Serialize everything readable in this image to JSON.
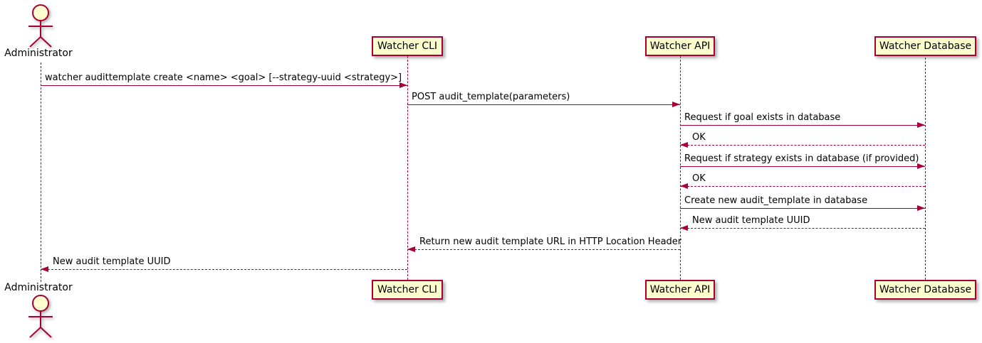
{
  "diagram": {
    "type": "uml-sequence-diagram",
    "actor": {
      "name": "Administrator"
    },
    "participants": [
      {
        "name": "Watcher CLI"
      },
      {
        "name": "Watcher API"
      },
      {
        "name": "Watcher Database"
      }
    ],
    "messages": [
      {
        "from": "Administrator",
        "to": "Watcher CLI",
        "style": "solid",
        "text": "watcher audittemplate create <name> <goal> [--strategy-uuid <strategy>]"
      },
      {
        "from": "Watcher CLI",
        "to": "Watcher API",
        "style": "solid",
        "text": "POST audit_template(parameters)"
      },
      {
        "from": "Watcher API",
        "to": "Watcher Database",
        "style": "solid",
        "text": "Request if goal exists in database"
      },
      {
        "from": "Watcher Database",
        "to": "Watcher API",
        "style": "dashed",
        "text": "OK"
      },
      {
        "from": "Watcher API",
        "to": "Watcher Database",
        "style": "solid",
        "text": "Request if strategy exists in database (if provided)"
      },
      {
        "from": "Watcher Database",
        "to": "Watcher API",
        "style": "dashed",
        "text": "OK"
      },
      {
        "from": "Watcher API",
        "to": "Watcher Database",
        "style": "solid",
        "text": "Create new audit_template in database"
      },
      {
        "from": "Watcher Database",
        "to": "Watcher API",
        "style": "dashed",
        "text": "New audit template UUID"
      },
      {
        "from": "Watcher API",
        "to": "Watcher CLI",
        "style": "dashed",
        "text": "Return new audit template URL in HTTP Location Header"
      },
      {
        "from": "Watcher CLI",
        "to": "Administrator",
        "style": "dashed",
        "text": "New audit template UUID"
      }
    ],
    "colors": {
      "accent": "#A80036",
      "participant_fill": "#FEFECE",
      "text": "#000000",
      "background": "#FFFFFF"
    }
  }
}
